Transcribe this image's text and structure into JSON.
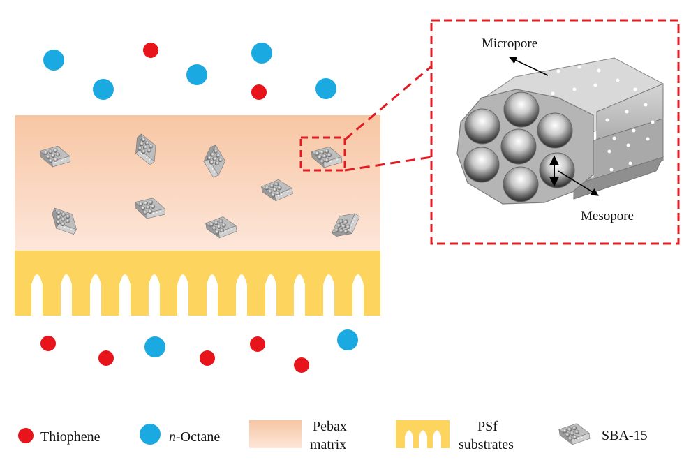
{
  "inset_labels": {
    "micropore": "Micropore",
    "mesopore": "Mesopore"
  },
  "legend": {
    "thiophene": "Thiophene",
    "octane_italic": "n",
    "octane_rest": "-Octane",
    "pebax_line1": "Pebax",
    "pebax_line2": "matrix",
    "psf_line1": "PSf",
    "psf_line2": "substrates",
    "sba": "SBA-15"
  },
  "colors": {
    "thiophene": "#e8141b",
    "octane": "#1aa9e1",
    "pebax_top": "#f7c8a6",
    "pebax_bottom": "#fde7db",
    "psf": "#fdd55e",
    "inset_border": "#e31b23"
  }
}
